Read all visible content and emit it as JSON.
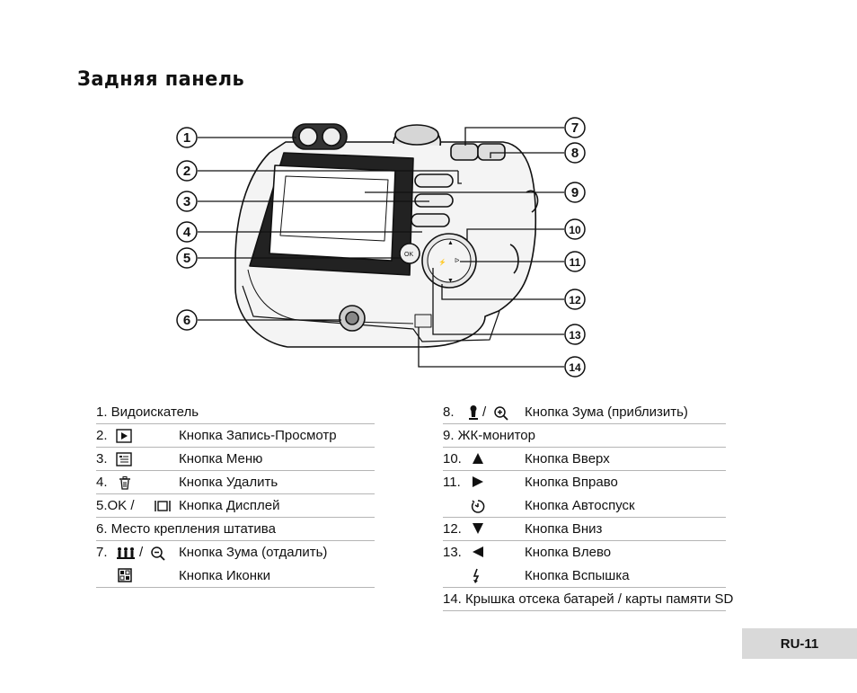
{
  "page": {
    "title": "Задняя панель",
    "page_number": "RU-11"
  },
  "callouts": [
    "1",
    "2",
    "3",
    "4",
    "5",
    "6",
    "7",
    "8",
    "9",
    "10",
    "11",
    "12",
    "13",
    "14"
  ],
  "left_items": [
    {
      "num": "1. Видоискатель",
      "icon": "",
      "label": ""
    },
    {
      "num": "2.",
      "icon": "play-button-icon",
      "label": "Кнопка Запись-Просмотр"
    },
    {
      "num": "3.",
      "icon": "menu-icon",
      "label": "Кнопка Меню"
    },
    {
      "num": "4.",
      "icon": "trash-icon",
      "label": "Кнопка Удалить"
    },
    {
      "num": "5.OK /",
      "icon": "display-icon",
      "label": "Кнопка Дисплей"
    },
    {
      "num": "6. Место крепления штатива",
      "icon": "",
      "label": ""
    },
    {
      "num": "7.",
      "icon": "zoom-out-icon",
      "sep": "/",
      "label": "Кнопка Зума (отдалить)"
    },
    {
      "num": "",
      "icon": "thumbnail-icon",
      "label": "Кнопка Иконки"
    }
  ],
  "right_items": [
    {
      "num": "8.",
      "icon": "zoom-in-icon",
      "sep": "/",
      "label": "Кнопка Зума (приблизить)"
    },
    {
      "num": "9. ЖК-монитор",
      "icon": "",
      "label": ""
    },
    {
      "num": "10.",
      "icon": "arrow-up-icon",
      "label": "Кнопка Вверх"
    },
    {
      "num": "11.",
      "icon": "arrow-right-icon",
      "label": "Кнопка Вправо"
    },
    {
      "num": "",
      "icon": "self-timer-icon",
      "label": "Кнопка Автоспуск"
    },
    {
      "num": "12.",
      "icon": "arrow-down-icon",
      "label": "Кнопка Вниз"
    },
    {
      "num": "13.",
      "icon": "arrow-left-icon",
      "label": "Кнопка Влево"
    },
    {
      "num": "",
      "icon": "flash-icon",
      "label": "Кнопка Вспышка"
    },
    {
      "num": "14. Крышка отсека батарей / карты памяти SD",
      "icon": "",
      "label": ""
    }
  ]
}
